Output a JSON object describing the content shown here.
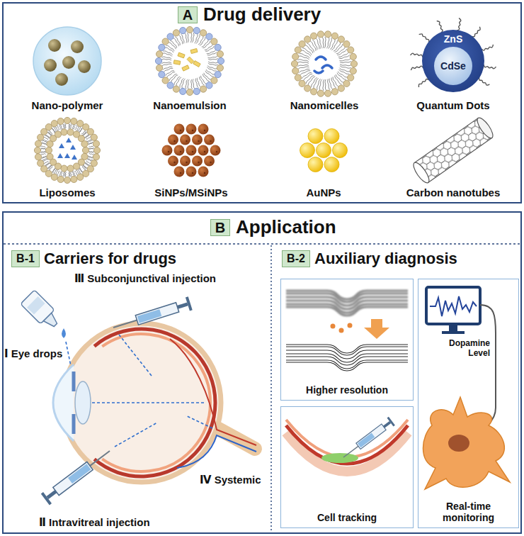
{
  "diagram": {
    "nodes": [
      {
        "text": [
          "Drug delivery"
        ]
      },
      {
        "text": [
          "A"
        ],
        "in": 0
      },
      {
        "text": [
          "ZnS"
        ],
        "in": 0
      },
      {
        "text": [
          "CdSe"
        ],
        "in": 2
      },
      {
        "text": [
          "Application"
        ]
      },
      {
        "text": [
          "B"
        ],
        "in": 4
      },
      {
        "text": [
          "B-1",
          "Carriers for drugs"
        ],
        "in": 4
      },
      {
        "text": [
          "B-2",
          "Auxiliary diagnosis"
        ],
        "in": 4
      },
      {
        "text": [
          "Higher resolution"
        ],
        "in": 4
      },
      {
        "text": [
          "Cell tracking"
        ],
        "in": 4
      },
      {
        "text": [
          "Real-time monitoring"
        ],
        "in": 4
      }
    ],
    "labels": [
      "Nano-polymer",
      "Nanoemulsion",
      "Nanomicelles",
      "Quantum Dots",
      "Liposomes",
      "SiNPs/MSiNPs",
      "AuNPs",
      "Carbon nanotubes",
      "Ⅲ Subconjunctival injection",
      "Ⅰ Eye drops",
      "Ⅱ Intravitreal injection",
      "Ⅳ Systemic",
      "Dopamine Level"
    ]
  }
}
